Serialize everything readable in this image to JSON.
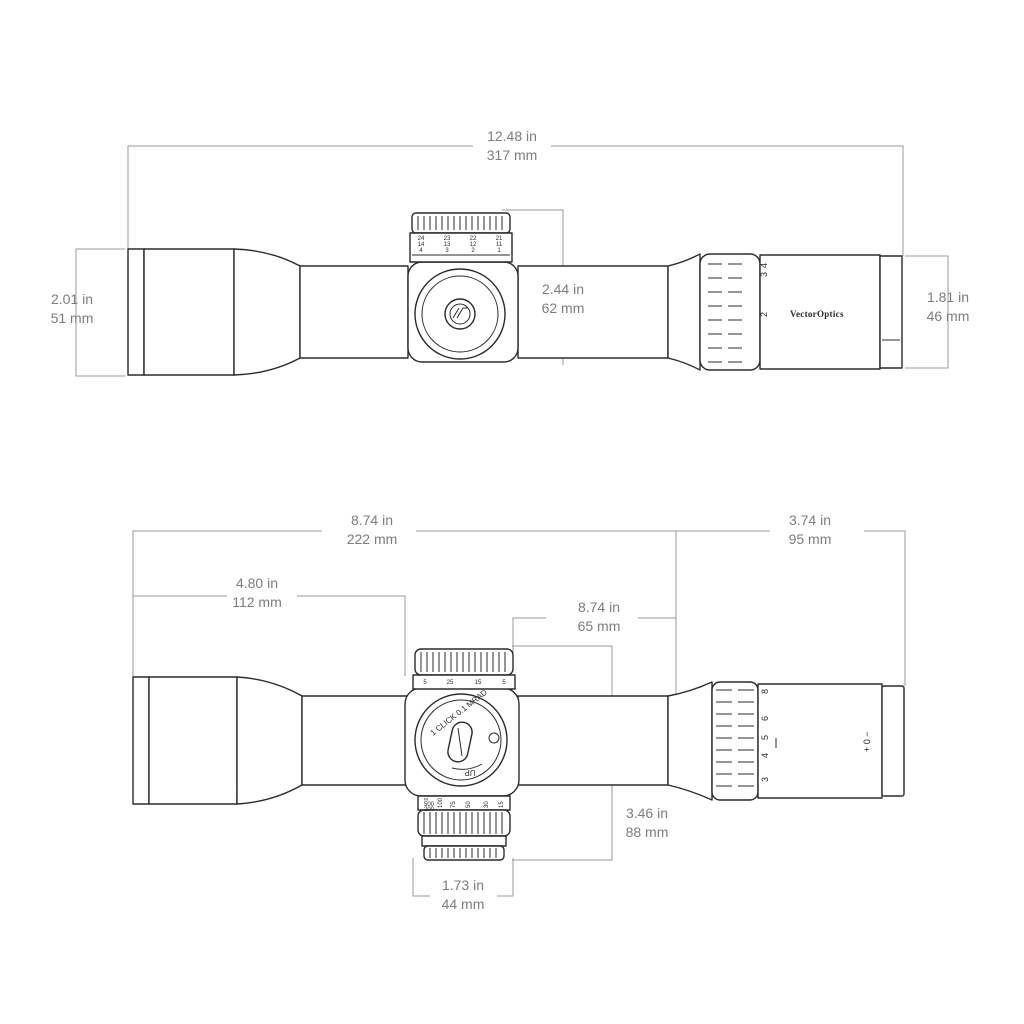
{
  "top_view": {
    "overall_length": {
      "in": "12.48 in",
      "mm": "317 mm"
    },
    "objective_diameter": {
      "in": "2.01 in",
      "mm": "51 mm"
    },
    "turret_height": {
      "in": "2.44 in",
      "mm": "62 mm"
    },
    "eyepiece_diameter": {
      "in": "1.81 in",
      "mm": "46 mm"
    },
    "brand": "VectorOptics",
    "power_marks": [
      "4",
      "3",
      "2"
    ],
    "turret_scale_top": [
      "24",
      "23",
      "22",
      "21"
    ],
    "turret_scale_mid": [
      "14",
      "13",
      "12",
      "11"
    ],
    "turret_scale_bot": [
      "4",
      "3",
      "2",
      "1"
    ]
  },
  "side_view": {
    "length_a": {
      "in": "8.74 in",
      "mm": "222 mm"
    },
    "length_b": {
      "in": "3.74 in",
      "mm": "95 mm"
    },
    "length_c": {
      "in": "4.80 in",
      "mm": "112 mm"
    },
    "length_d": {
      "in": "8.74 in",
      "mm": "65 mm"
    },
    "turret_height": {
      "in": "3.46 in",
      "mm": "88 mm"
    },
    "turret_width": {
      "in": "1.73 in",
      "mm": "44 mm"
    },
    "windage_label": "1 CLICK 0.1 MRAD",
    "up_label": "UP",
    "elev_scale": [
      "5",
      "25",
      "15",
      "5"
    ],
    "parallax_scale": [
      "100",
      "75",
      "50",
      "30",
      "15"
    ],
    "parallax_infinity": [
      "∞",
      "500",
      "200"
    ],
    "power_marks": [
      "8",
      "6",
      "5",
      "4",
      "3"
    ],
    "diopter_mark": "+ 0 −"
  }
}
